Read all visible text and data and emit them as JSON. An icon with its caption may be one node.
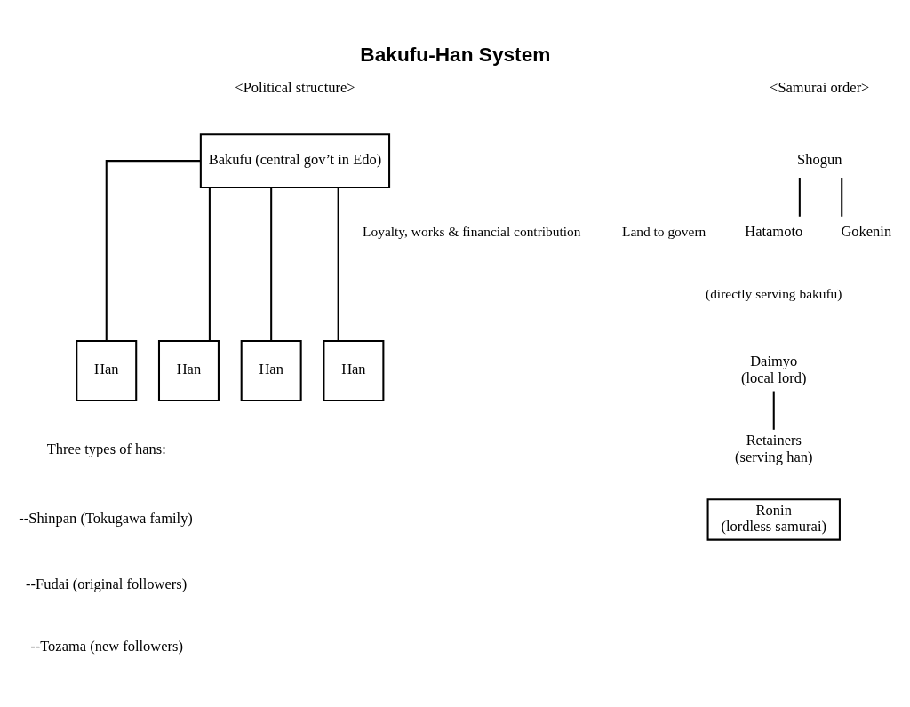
{
  "diagram": {
    "title": "Bakufu-Han System",
    "nodes": [
      {
        "text": [
          "Bakufu (central gov’t in Edo)"
        ]
      },
      {
        "text": [
          "Han"
        ]
      },
      {
        "text": [
          "Han"
        ]
      },
      {
        "text": [
          "Han"
        ]
      },
      {
        "text": [
          "Han"
        ]
      },
      {
        "text": [
          "Shogun"
        ]
      },
      {
        "text": [
          "Hatamoto"
        ]
      },
      {
        "text": [
          "Gokenin"
        ]
      },
      {
        "text": [
          "Daimyo",
          "(local lord)"
        ]
      },
      {
        "text": [
          "Retainers",
          "(serving han)"
        ]
      },
      {
        "text": [
          "Ronin",
          "(lordless samurai)"
        ]
      }
    ],
    "edges": [
      {
        "from": 0,
        "to": 1,
        "arrow": "none"
      },
      {
        "from": 0,
        "to": 2,
        "arrow": "none"
      },
      {
        "from": 0,
        "to": 3,
        "arrow": "none"
      },
      {
        "from": 0,
        "to": 4,
        "arrow": "none"
      },
      {
        "from": 5,
        "to": 6,
        "arrow": "none"
      },
      {
        "from": 5,
        "to": 7,
        "arrow": "none"
      },
      {
        "from": 8,
        "to": 9,
        "arrow": "none"
      }
    ],
    "labels": [
      "<Political structure>",
      "<Samurai order>",
      "Loyalty, works & financial contribution",
      "Land to govern",
      "(directly serving bakufu)",
      "Three types of hans:",
      "--Shinpan (Tokugawa family)",
      "--Fudai (original followers)",
      "--Tozama (new followers)"
    ]
  }
}
